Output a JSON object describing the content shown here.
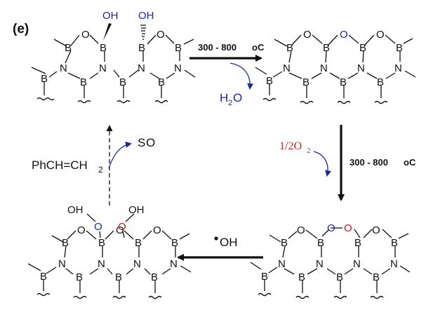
{
  "panel_label": "(e)",
  "atoms": {
    "boron": "B",
    "nitrogen": "N",
    "oxygen": "O"
  },
  "hydroxyl": "OH",
  "radical_hydroxyl": "OH",
  "step_top": {
    "condition": "300 - 800",
    "unit": "oC",
    "byproduct_main": "H",
    "byproduct_sub": "2",
    "byproduct_end": "O"
  },
  "step_right": {
    "reagent_main": "1/2O",
    "reagent_sub": "2",
    "condition": "300 - 800",
    "unit": "oC"
  },
  "step_left": {
    "reactant_main": "PhCH=CH",
    "reactant_sub": "2",
    "product_s": "S",
    "product_o": "O"
  },
  "colors": {
    "blue": "#1a2a9c",
    "red": "#d0141a"
  }
}
